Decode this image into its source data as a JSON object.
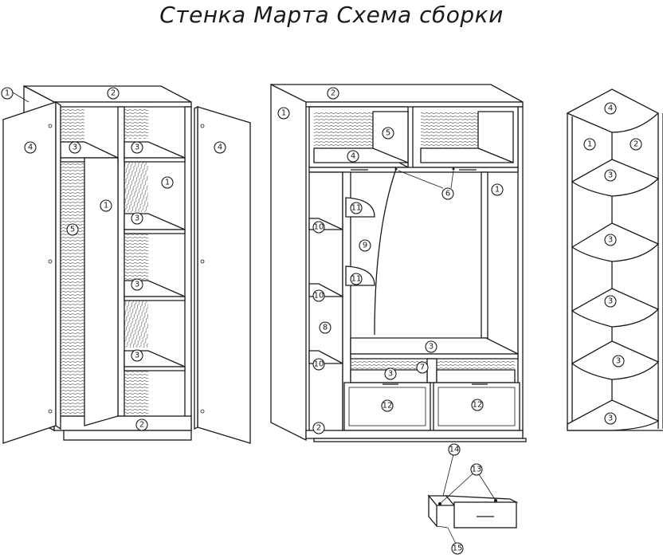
{
  "title": "Стенка Марта Схема сборки",
  "colors": {
    "line": "#1a1a1a",
    "background": "#ffffff",
    "grain": "#555555"
  },
  "callouts": {
    "c1": "1",
    "c2": "2",
    "c3": "3",
    "c4": "4",
    "c5": "5",
    "c6": "6",
    "c7": "7",
    "c8": "8",
    "c9": "9",
    "c10": "10",
    "c11": "11",
    "c12": "12",
    "c13": "13",
    "c14": "14",
    "c15": "15"
  }
}
